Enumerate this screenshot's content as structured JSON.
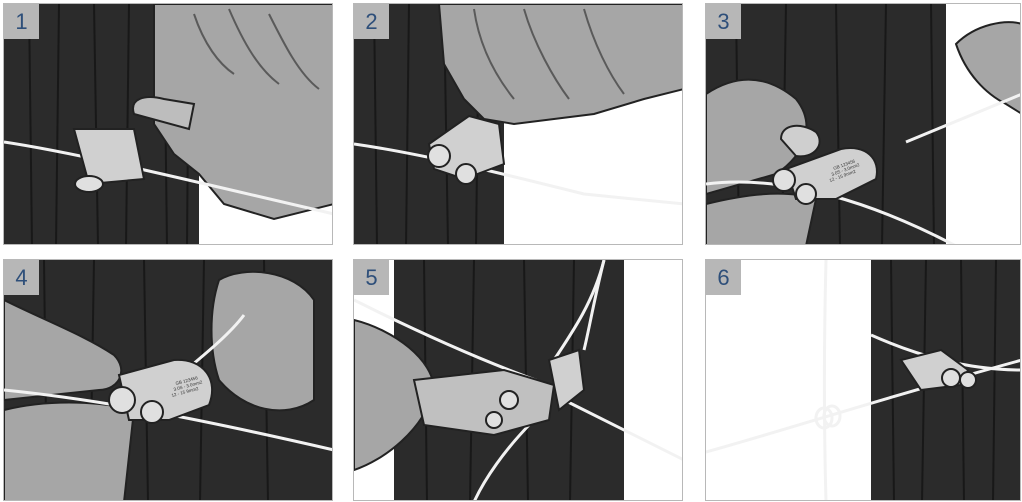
{
  "steps": [
    {
      "number": "1"
    },
    {
      "number": "2"
    },
    {
      "number": "3",
      "tag_lines": [
        "GB 123456",
        "3.0S - 3.0mm2",
        "12 - 15 9mm2"
      ]
    },
    {
      "number": "4",
      "tag_lines": [
        "GB 123456",
        "3.0S - 3.0mm2",
        "12 - 15 9mm2"
      ]
    },
    {
      "number": "5"
    },
    {
      "number": "6"
    }
  ],
  "colors": {
    "post": "#2b2b2b",
    "post_grain": "#181818",
    "hand": "#a6a6a6",
    "hand_shadow": "#7a7a7a",
    "wire": "#f2f2f2",
    "clamp": "#d0d0d0",
    "badge_bg": "#b7b7b7",
    "badge_text": "#2e4f7a"
  }
}
